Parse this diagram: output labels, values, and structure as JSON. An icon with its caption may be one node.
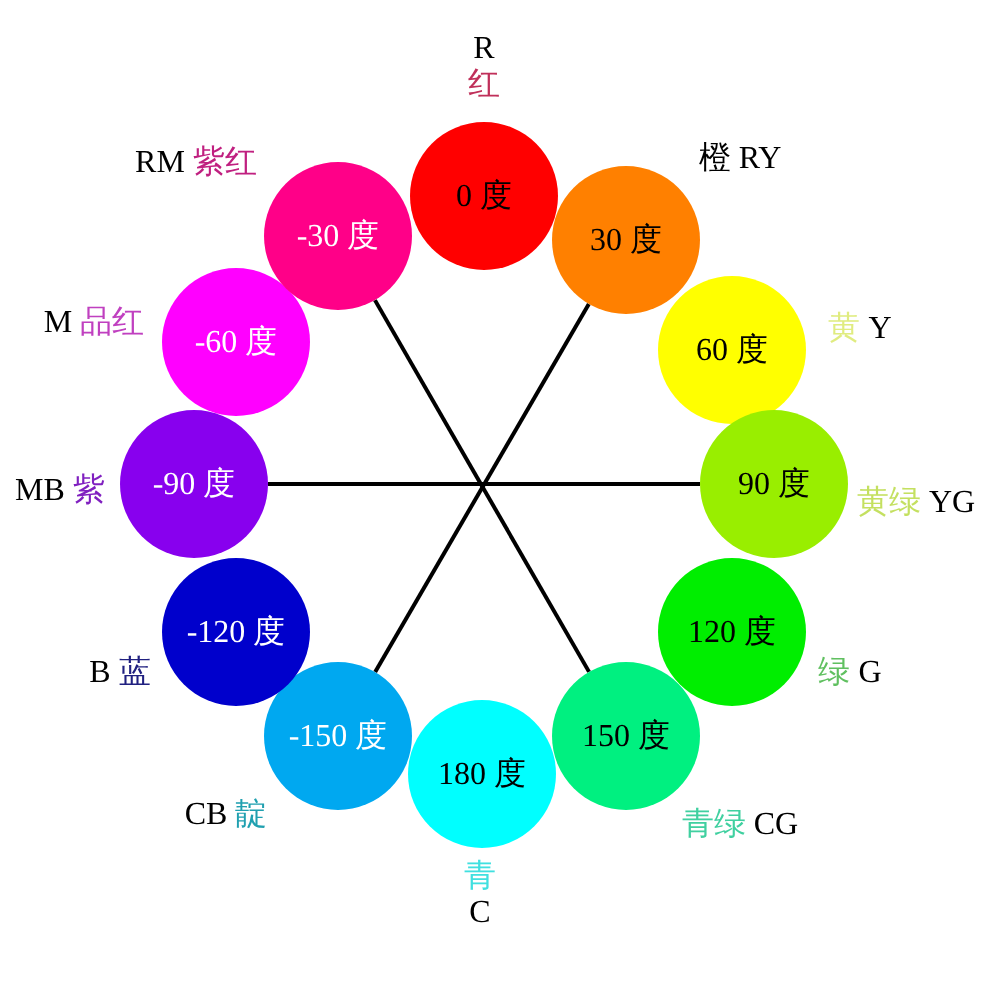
{
  "diagram": {
    "nodes": [
      {
        "text": [
          "0 度"
        ],
        "beside": [
          "R",
          "红"
        ]
      },
      {
        "text": [
          "30 度"
        ],
        "beside": [
          "橙",
          "RY"
        ]
      },
      {
        "text": [
          "60 度"
        ],
        "beside": [
          "黄",
          "Y"
        ]
      },
      {
        "text": [
          "90 度"
        ],
        "beside": [
          "黄绿",
          "YG"
        ]
      },
      {
        "text": [
          "120 度"
        ],
        "beside": [
          "绿",
          "G"
        ]
      },
      {
        "text": [
          "150 度"
        ],
        "beside": [
          "青绿",
          "CG"
        ]
      },
      {
        "text": [
          "180 度"
        ],
        "beside": [
          "青",
          "C"
        ]
      },
      {
        "text": [
          "-150 度"
        ],
        "beside": [
          "CB",
          "靛"
        ]
      },
      {
        "text": [
          "-120 度"
        ],
        "beside": [
          "B",
          "蓝"
        ]
      },
      {
        "text": [
          "-90 度"
        ],
        "beside": [
          "MB",
          "紫"
        ]
      },
      {
        "text": [
          "-60 度"
        ],
        "beside": [
          "M",
          "品红"
        ]
      },
      {
        "text": [
          "-30 度"
        ],
        "beside": [
          "RM",
          "紫红"
        ]
      }
    ],
    "edges": [
      {
        "from": 9,
        "to": 3,
        "arrow": "none"
      },
      {
        "from": 11,
        "to": 5,
        "arrow": "none"
      },
      {
        "from": 1,
        "to": 7,
        "arrow": "none"
      }
    ]
  }
}
